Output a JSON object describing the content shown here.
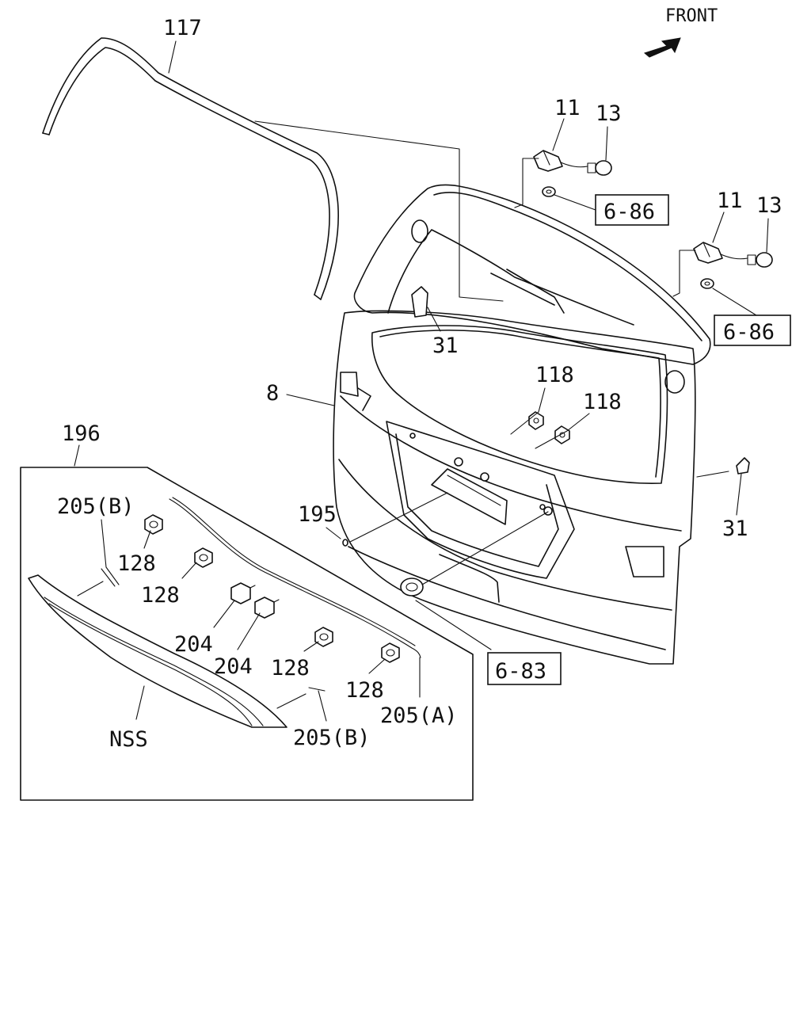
{
  "orientation_label": "FRONT",
  "orientation_arrow_icon": "front-arrow-icon",
  "callouts": {
    "c117": "117",
    "c11a": "11",
    "c13a": "13",
    "c11b": "11",
    "c13b": "13",
    "c31a": "31",
    "c31b": "31",
    "c8": "8",
    "c118a": "118",
    "c118b": "118",
    "c196": "196",
    "c205b_top": "205(B)",
    "c128a": "128",
    "c128b": "128",
    "c204a": "204",
    "c204b": "204",
    "c128c": "128",
    "c128d": "128",
    "c195": "195",
    "c205a": "205(A)",
    "c205b_bottom": "205(B)",
    "cnss": "NSS"
  },
  "references": {
    "ref686a": "6-86",
    "ref686b": "6-86",
    "ref683": "6-83"
  }
}
